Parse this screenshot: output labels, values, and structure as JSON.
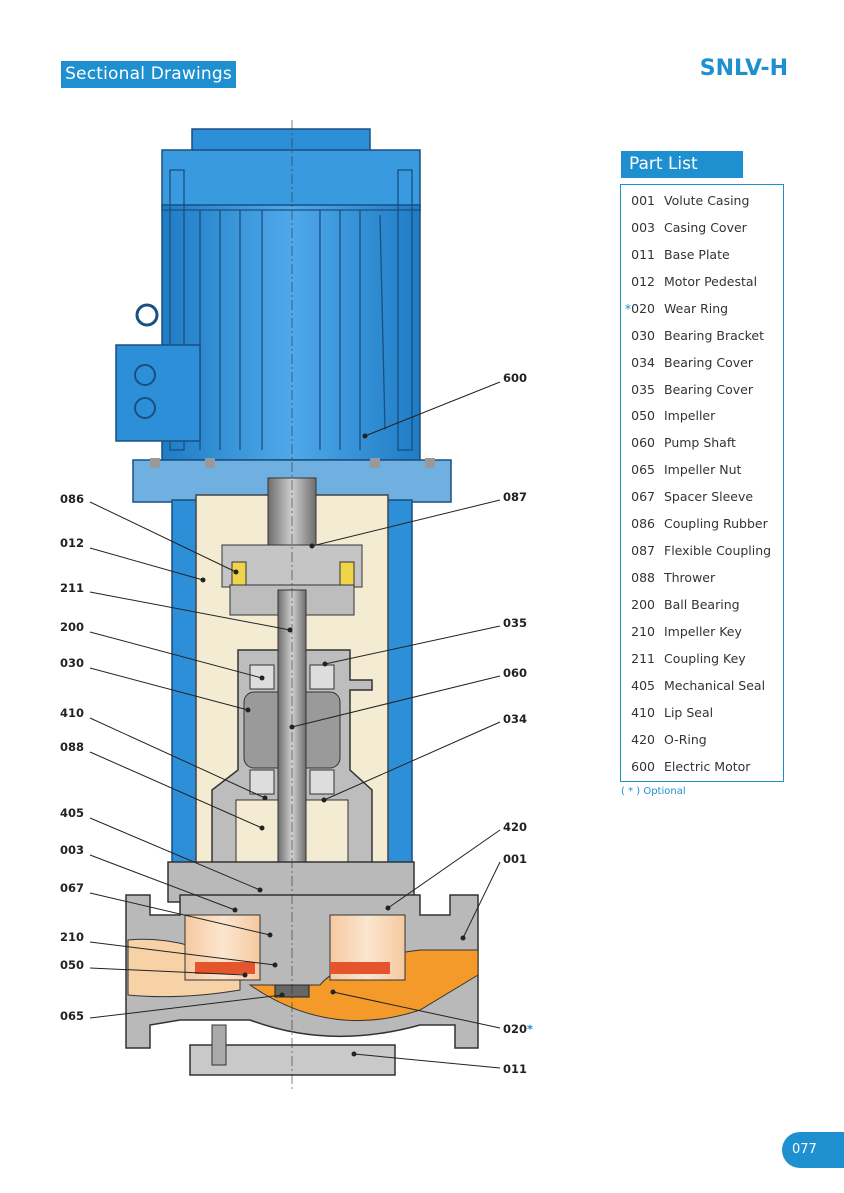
{
  "header": {
    "section_title": "Sectional Drawings",
    "model": "SNLV-H"
  },
  "part_list": {
    "title": "Part List",
    "items": [
      {
        "code": "001",
        "name": "Volute Casing"
      },
      {
        "code": "003",
        "name": "Casing Cover"
      },
      {
        "code": "011",
        "name": "Base Plate"
      },
      {
        "code": "012",
        "name": "Motor Pedestal"
      },
      {
        "code": "020",
        "name": "Wear Ring",
        "optional": "*"
      },
      {
        "code": "030",
        "name": "Bearing Bracket"
      },
      {
        "code": "034",
        "name": "Bearing Cover"
      },
      {
        "code": "035",
        "name": "Bearing Cover"
      },
      {
        "code": "050",
        "name": "Impeller"
      },
      {
        "code": "060",
        "name": "Pump Shaft"
      },
      {
        "code": "065",
        "name": "Impeller Nut"
      },
      {
        "code": "067",
        "name": "Spacer Sleeve"
      },
      {
        "code": "086",
        "name": "Coupling Rubber"
      },
      {
        "code": "087",
        "name": "Flexible Coupling"
      },
      {
        "code": "088",
        "name": "Thrower"
      },
      {
        "code": "200",
        "name": "Ball Bearing"
      },
      {
        "code": "210",
        "name": "Impeller Key"
      },
      {
        "code": "211",
        "name": "Coupling Key"
      },
      {
        "code": "405",
        "name": "Mechanical Seal"
      },
      {
        "code": "410",
        "name": "Lip Seal"
      },
      {
        "code": "420",
        "name": "O-Ring"
      },
      {
        "code": "600",
        "name": "Electric Motor"
      }
    ],
    "optional_note": "( * ) Optional"
  },
  "callouts": {
    "left": [
      "086",
      "012",
      "211",
      "200",
      "030",
      "410",
      "088",
      "405",
      "003",
      "067",
      "210",
      "050",
      "065"
    ],
    "right": [
      "600",
      "087",
      "035",
      "060",
      "034",
      "420",
      "001",
      "020",
      "011"
    ],
    "optional_mark": "*"
  },
  "footer": {
    "page_number": "077"
  },
  "colors": {
    "accent": "#1e90d0",
    "motor_blue": "#2d8fd8",
    "cream": "#f4ecd2",
    "grey_metal": "#b9b9b9",
    "orange_fluid": "#f39a2a",
    "impeller_red": "#e4552e"
  }
}
